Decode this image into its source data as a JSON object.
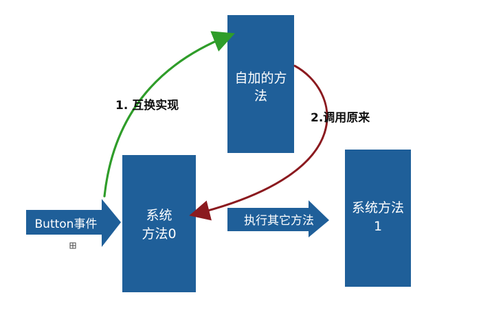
{
  "colors": {
    "box_fill": "#1f5f99",
    "green_arrow": "#2f9d2a",
    "red_arrow": "#8b1a1f",
    "background": "#ffffff",
    "box_text": "#ffffff",
    "label_text": "#111111"
  },
  "nodes": {
    "custom_method": {
      "line1": "自加的方",
      "line2": "法"
    },
    "system_method0": {
      "line1": "系统",
      "line2": "方法0"
    },
    "system_method1": {
      "line1": "系统方法",
      "line2": "1"
    }
  },
  "arrows": {
    "button_event": {
      "label": "Button事件"
    },
    "execute_other": {
      "label": "执行其它方法"
    }
  },
  "labels": {
    "swap_impl": "1. 互换实现",
    "call_original": "2.调用原来"
  },
  "icons": {
    "small_grid": "grid-icon"
  }
}
